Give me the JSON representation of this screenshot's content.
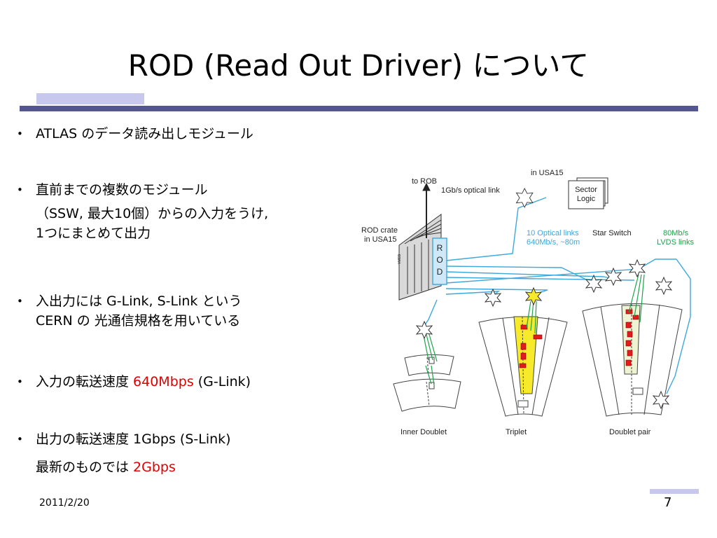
{
  "slide": {
    "title": "ROD (Read Out Driver) について",
    "date": "2011/2/20",
    "page_number": "7"
  },
  "bullets": [
    {
      "line1": "ATLAS のデータ読み出しモジュール"
    },
    {
      "line1": "直前までの複数のモジュール",
      "line2": "（SSW, 最大10個）からの入力をうけ,",
      "line3": "1つにまとめて出力"
    },
    {
      "line1": "入出力には G-Link, S-Link という",
      "line2": "CERN の 光通信規格を用いている"
    },
    {
      "prefix": "入力の転送速度 ",
      "highlight": "640Mbps",
      "suffix": " (G-Link)"
    },
    {
      "line1": "出力の転送速度 1Gbps (S-Link)",
      "prefix2": "最新のものでは ",
      "highlight2": "2Gbps"
    }
  ],
  "diagram": {
    "to_rob": "to ROB",
    "optical_link": "1Gb/s optical link",
    "rod_crate_1": "ROD crate",
    "rod_crate_2": "in USA15",
    "vmeb": "VMEB",
    "rod_r": "R",
    "rod_o": "O",
    "rod_d": "D",
    "in_usa15": "in USA15",
    "sector_1": "Sector",
    "sector_2": "Logic",
    "opt_links_1": "10 Optical links",
    "opt_links_2": "640Mb/s, ~80m",
    "star_switch": "Star Switch",
    "lvds_1": "80Mb/s",
    "lvds_2": "LVDS links",
    "inner_doublet": "Inner Doublet",
    "triplet": "Triplet",
    "doublet_pair": "Doublet pair"
  },
  "colors": {
    "title_rule": "#54578f",
    "accent": "#c8c8ee",
    "highlight_text": "#e00000",
    "link_blue": "#3ca8dc",
    "lvds_green": "#1aa34a",
    "triplet_yellow": "#f7ea2a"
  }
}
